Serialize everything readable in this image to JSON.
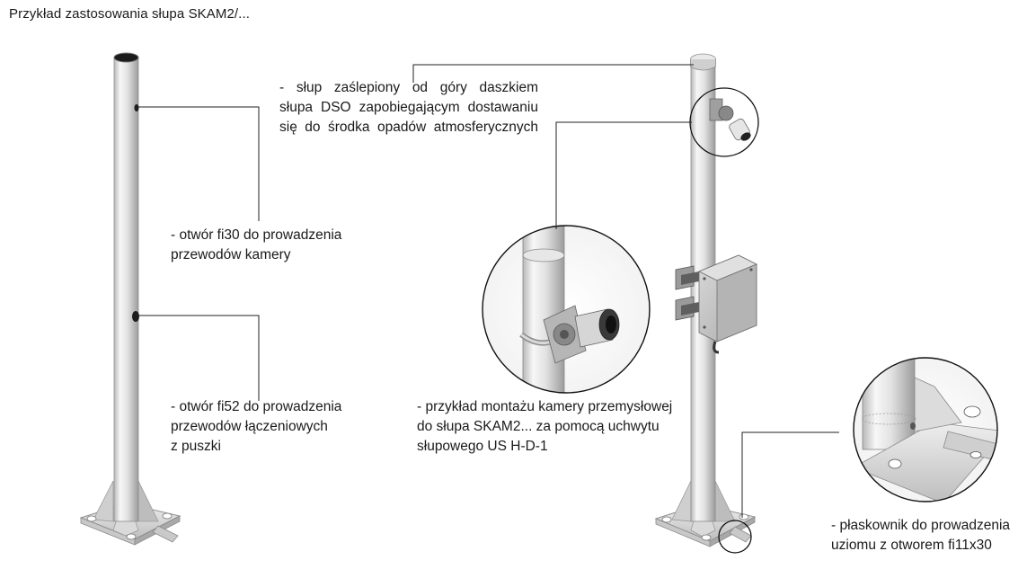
{
  "title": "Przykład zastosowania słupa SKAM2/...",
  "callouts": {
    "cap": {
      "lines": [
        "- słup zaślepiony od góry daszkiem",
        "słupa DSO zapobiegającym dostawaniu",
        "się do środka opadów atmosferycznych"
      ]
    },
    "hole30": {
      "lines": [
        "- otwór fi30 do prowadzenia",
        "przewodów kamery"
      ]
    },
    "hole52": {
      "lines": [
        "- otwór fi52 do prowadzenia",
        "przewodów łączeniowych",
        "z puszki"
      ]
    },
    "camera": {
      "lines": [
        "- przykład montażu kamery przemysłowej",
        "do słupa SKAM2... za pomocą uchwytu",
        "słupowego US H-D-1"
      ]
    },
    "flatbar": {
      "lines": [
        "- płaskownik do prowadzenia",
        "uziomu z otworem fi11x30"
      ]
    }
  },
  "colors": {
    "pole_light": "#f4f4f4",
    "pole_mid": "#d2d2d2",
    "pole_dark": "#9a9a9a",
    "leader": "#222222"
  }
}
